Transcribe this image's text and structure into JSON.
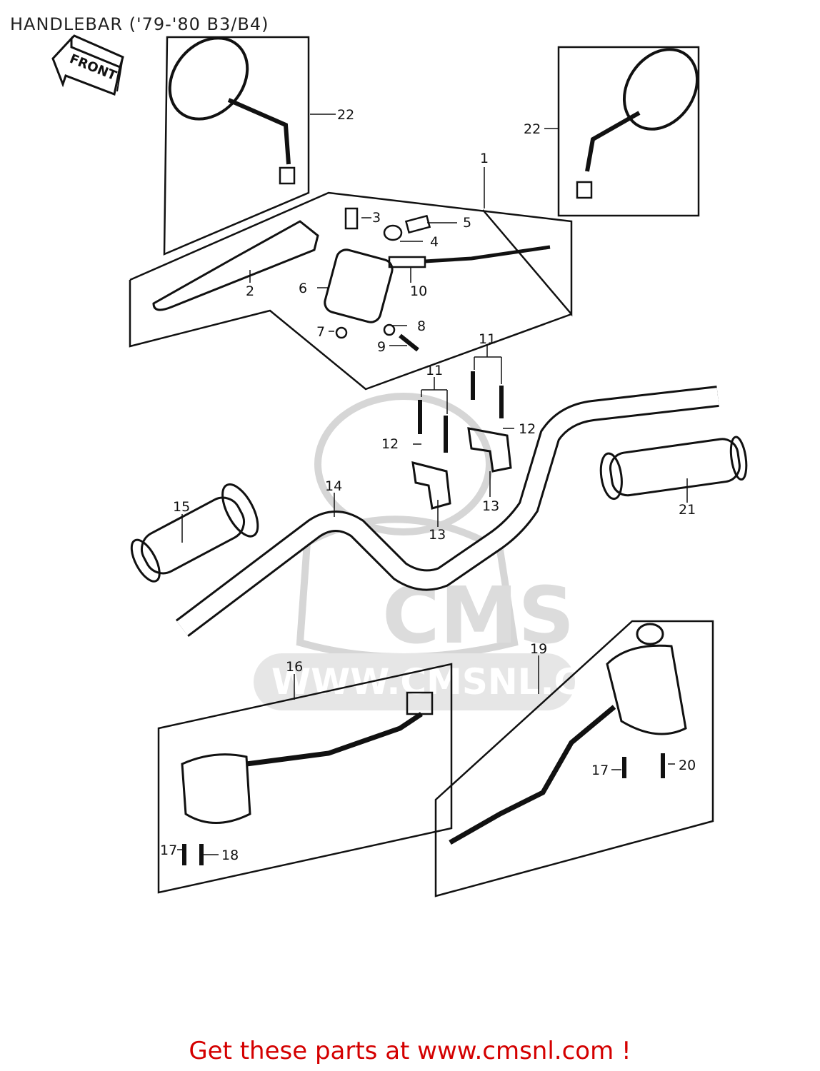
{
  "title": "HANDLEBAR ('79-'80 B3/B4)",
  "front_arrow_label": "FRONT",
  "watermark": {
    "brand": "CMS",
    "url": "WWW.CMSNL.COM"
  },
  "callouts": [
    {
      "id": "c22a",
      "label": "22"
    },
    {
      "id": "c22b",
      "label": "22"
    },
    {
      "id": "c1",
      "label": "1"
    },
    {
      "id": "c3",
      "label": "3"
    },
    {
      "id": "c5",
      "label": "5"
    },
    {
      "id": "c4",
      "label": "4"
    },
    {
      "id": "c2",
      "label": "2"
    },
    {
      "id": "c6",
      "label": "6"
    },
    {
      "id": "c10",
      "label": "10"
    },
    {
      "id": "c8",
      "label": "8"
    },
    {
      "id": "c7",
      "label": "7"
    },
    {
      "id": "c9",
      "label": "9"
    },
    {
      "id": "c11a",
      "label": "11"
    },
    {
      "id": "c11b",
      "label": "11"
    },
    {
      "id": "c12a",
      "label": "12"
    },
    {
      "id": "c12b",
      "label": "12"
    },
    {
      "id": "c13a",
      "label": "13"
    },
    {
      "id": "c13b",
      "label": "13"
    },
    {
      "id": "c14",
      "label": "14"
    },
    {
      "id": "c15",
      "label": "15"
    },
    {
      "id": "c21",
      "label": "21"
    },
    {
      "id": "c16",
      "label": "16"
    },
    {
      "id": "c19",
      "label": "19"
    },
    {
      "id": "c17a",
      "label": "17"
    },
    {
      "id": "c18",
      "label": "18"
    },
    {
      "id": "c17b",
      "label": "17"
    },
    {
      "id": "c20",
      "label": "20"
    }
  ],
  "footer": {
    "text": "Get these parts at www.cmsnl.com !"
  },
  "colors": {
    "line": "#111111",
    "watermark": "#d8d8d8",
    "footer": "#d40000"
  }
}
